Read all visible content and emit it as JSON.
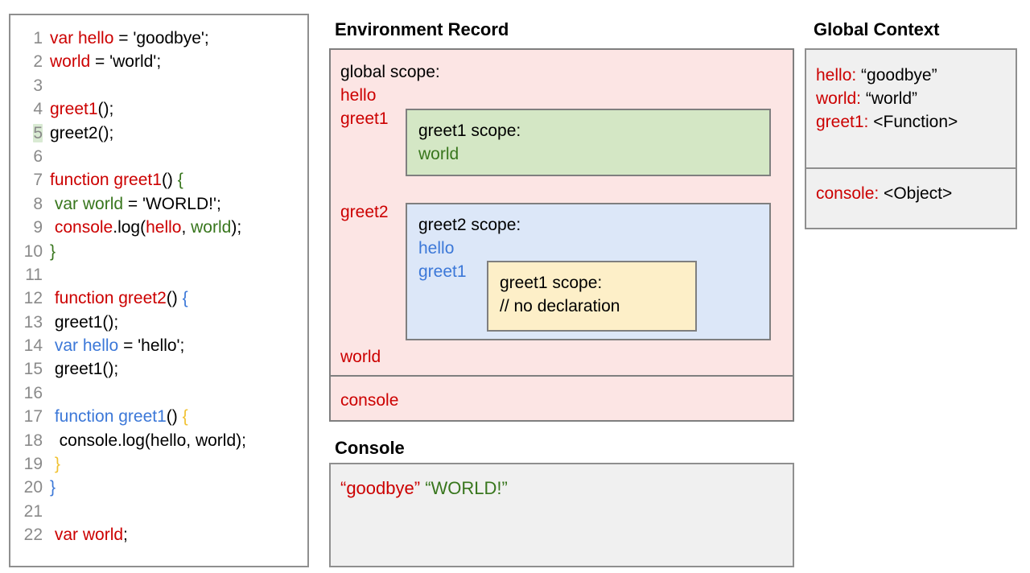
{
  "code_editor": {
    "lines": [
      {
        "num": "1",
        "tokens": [
          {
            "t": "var hello",
            "c": "red"
          },
          {
            "t": " = 'goodbye';",
            "c": "black"
          }
        ]
      },
      {
        "num": "2",
        "tokens": [
          {
            "t": "world",
            "c": "red"
          },
          {
            "t": " = 'world';",
            "c": "black"
          }
        ]
      },
      {
        "num": "3",
        "tokens": []
      },
      {
        "num": "4",
        "tokens": [
          {
            "t": "greet1",
            "c": "red"
          },
          {
            "t": "();",
            "c": "black"
          }
        ]
      },
      {
        "num": "5",
        "highlight": true,
        "tokens": [
          {
            "t": "greet2();",
            "c": "black"
          }
        ]
      },
      {
        "num": "6",
        "tokens": []
      },
      {
        "num": "7",
        "tokens": [
          {
            "t": "function greet1",
            "c": "red"
          },
          {
            "t": "() ",
            "c": "black"
          },
          {
            "t": "{",
            "c": "green"
          }
        ]
      },
      {
        "num": "8",
        "tokens": [
          {
            "t": " ",
            "c": "black"
          },
          {
            "t": "var world",
            "c": "green"
          },
          {
            "t": " = 'WORLD!';",
            "c": "black"
          }
        ]
      },
      {
        "num": "9",
        "tokens": [
          {
            "t": " ",
            "c": "black"
          },
          {
            "t": "console",
            "c": "red"
          },
          {
            "t": ".log(",
            "c": "black"
          },
          {
            "t": "hello",
            "c": "red"
          },
          {
            "t": ", ",
            "c": "black"
          },
          {
            "t": "world",
            "c": "green"
          },
          {
            "t": ");",
            "c": "black"
          }
        ]
      },
      {
        "num": "10",
        "tokens": [
          {
            "t": "}",
            "c": "green"
          }
        ]
      },
      {
        "num": "11",
        "tokens": []
      },
      {
        "num": "12",
        "tokens": [
          {
            "t": " ",
            "c": "black"
          },
          {
            "t": "function greet2",
            "c": "red"
          },
          {
            "t": "() ",
            "c": "black"
          },
          {
            "t": "{",
            "c": "blue"
          }
        ]
      },
      {
        "num": "13",
        "tokens": [
          {
            "t": " greet1();",
            "c": "black"
          }
        ]
      },
      {
        "num": "14",
        "tokens": [
          {
            "t": " ",
            "c": "black"
          },
          {
            "t": "var hello",
            "c": "blue"
          },
          {
            "t": " = 'hello';",
            "c": "black"
          }
        ]
      },
      {
        "num": "15",
        "tokens": [
          {
            "t": " greet1();",
            "c": "black"
          }
        ]
      },
      {
        "num": "16",
        "tokens": []
      },
      {
        "num": "17",
        "tokens": [
          {
            "t": " ",
            "c": "black"
          },
          {
            "t": "function greet1",
            "c": "blue"
          },
          {
            "t": "() ",
            "c": "black"
          },
          {
            "t": "{",
            "c": "orange"
          }
        ]
      },
      {
        "num": "18",
        "tokens": [
          {
            "t": "  console.log(hello, world);",
            "c": "black"
          }
        ]
      },
      {
        "num": "19",
        "tokens": [
          {
            "t": " ",
            "c": "black"
          },
          {
            "t": "}",
            "c": "orange"
          }
        ]
      },
      {
        "num": "20",
        "tokens": [
          {
            "t": "}",
            "c": "blue"
          }
        ]
      },
      {
        "num": "21",
        "tokens": []
      },
      {
        "num": "22",
        "tokens": [
          {
            "t": " ",
            "c": "black"
          },
          {
            "t": "var world",
            "c": "red"
          },
          {
            "t": ";",
            "c": "black"
          }
        ]
      }
    ]
  },
  "environment_record": {
    "title": "Environment Record",
    "global_scope_label": "global scope:",
    "bindings": {
      "hello": "hello",
      "greet1": "greet1",
      "greet2": "greet2",
      "world": "world"
    },
    "console_binding": "console",
    "greet1_scope": {
      "title": "greet1 scope:",
      "bindings": [
        "world"
      ]
    },
    "greet2_scope": {
      "title": "greet2 scope:",
      "bindings": [
        "hello",
        "greet1"
      ]
    },
    "greet1_inner_scope": {
      "title": "greet1 scope:",
      "note": "// no declaration"
    }
  },
  "console": {
    "title": "Console",
    "output_goodbye": "“goodbye”",
    "output_world": "“WORLD!”"
  },
  "global_context": {
    "title": "Global Context",
    "variables": [
      {
        "key": "hello:",
        "value": " “goodbye”"
      },
      {
        "key": "world:",
        "value": " “world”"
      },
      {
        "key": "greet1:",
        "value": " <Function>"
      }
    ],
    "objects": [
      {
        "key": "console:",
        "value": " <Object>"
      }
    ]
  },
  "colors": {
    "red": "#cc0000",
    "green": "#38761d",
    "blue": "#3c78d8",
    "orange": "#f1c232",
    "panel_pink": "#fce5e4",
    "panel_green": "#d4e7c5",
    "panel_blue": "#dce7f8",
    "panel_yellow": "#fdefc8",
    "panel_grey": "#f0f0f0",
    "border_grey": "#7f7f7f",
    "line_highlight": "#d9ead3"
  }
}
